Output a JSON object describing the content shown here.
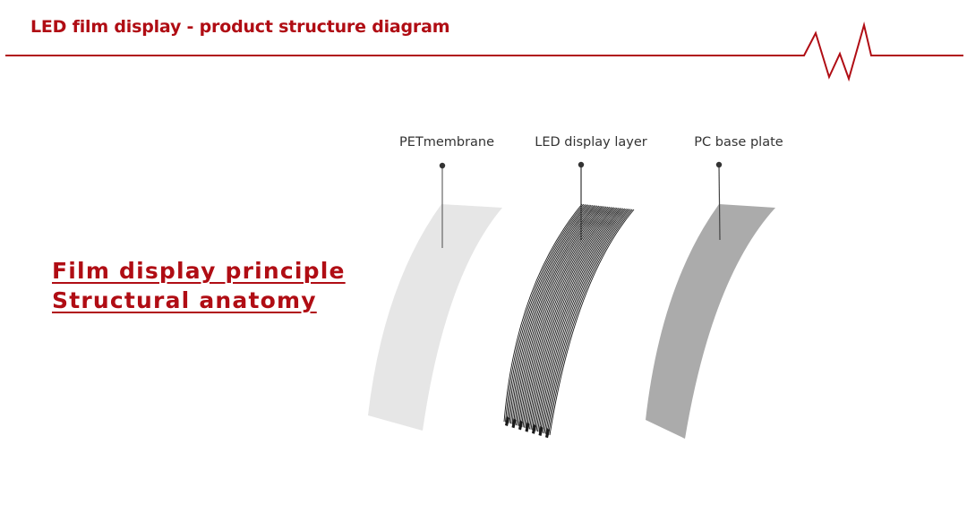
{
  "header": {
    "title": "LED film display - product structure diagram",
    "accent_color": "#b00d14",
    "logo_icon": "heartbeat-pulse-icon"
  },
  "heading": {
    "line1": "Film display principle",
    "line2": "Structural anatomy"
  },
  "layers": [
    {
      "label": "PETmembrane",
      "fill": "#e6e6e6"
    },
    {
      "label": "LED display layer",
      "fill": "#ffffff"
    },
    {
      "label": "PC base plate",
      "fill": "#ababab"
    }
  ]
}
